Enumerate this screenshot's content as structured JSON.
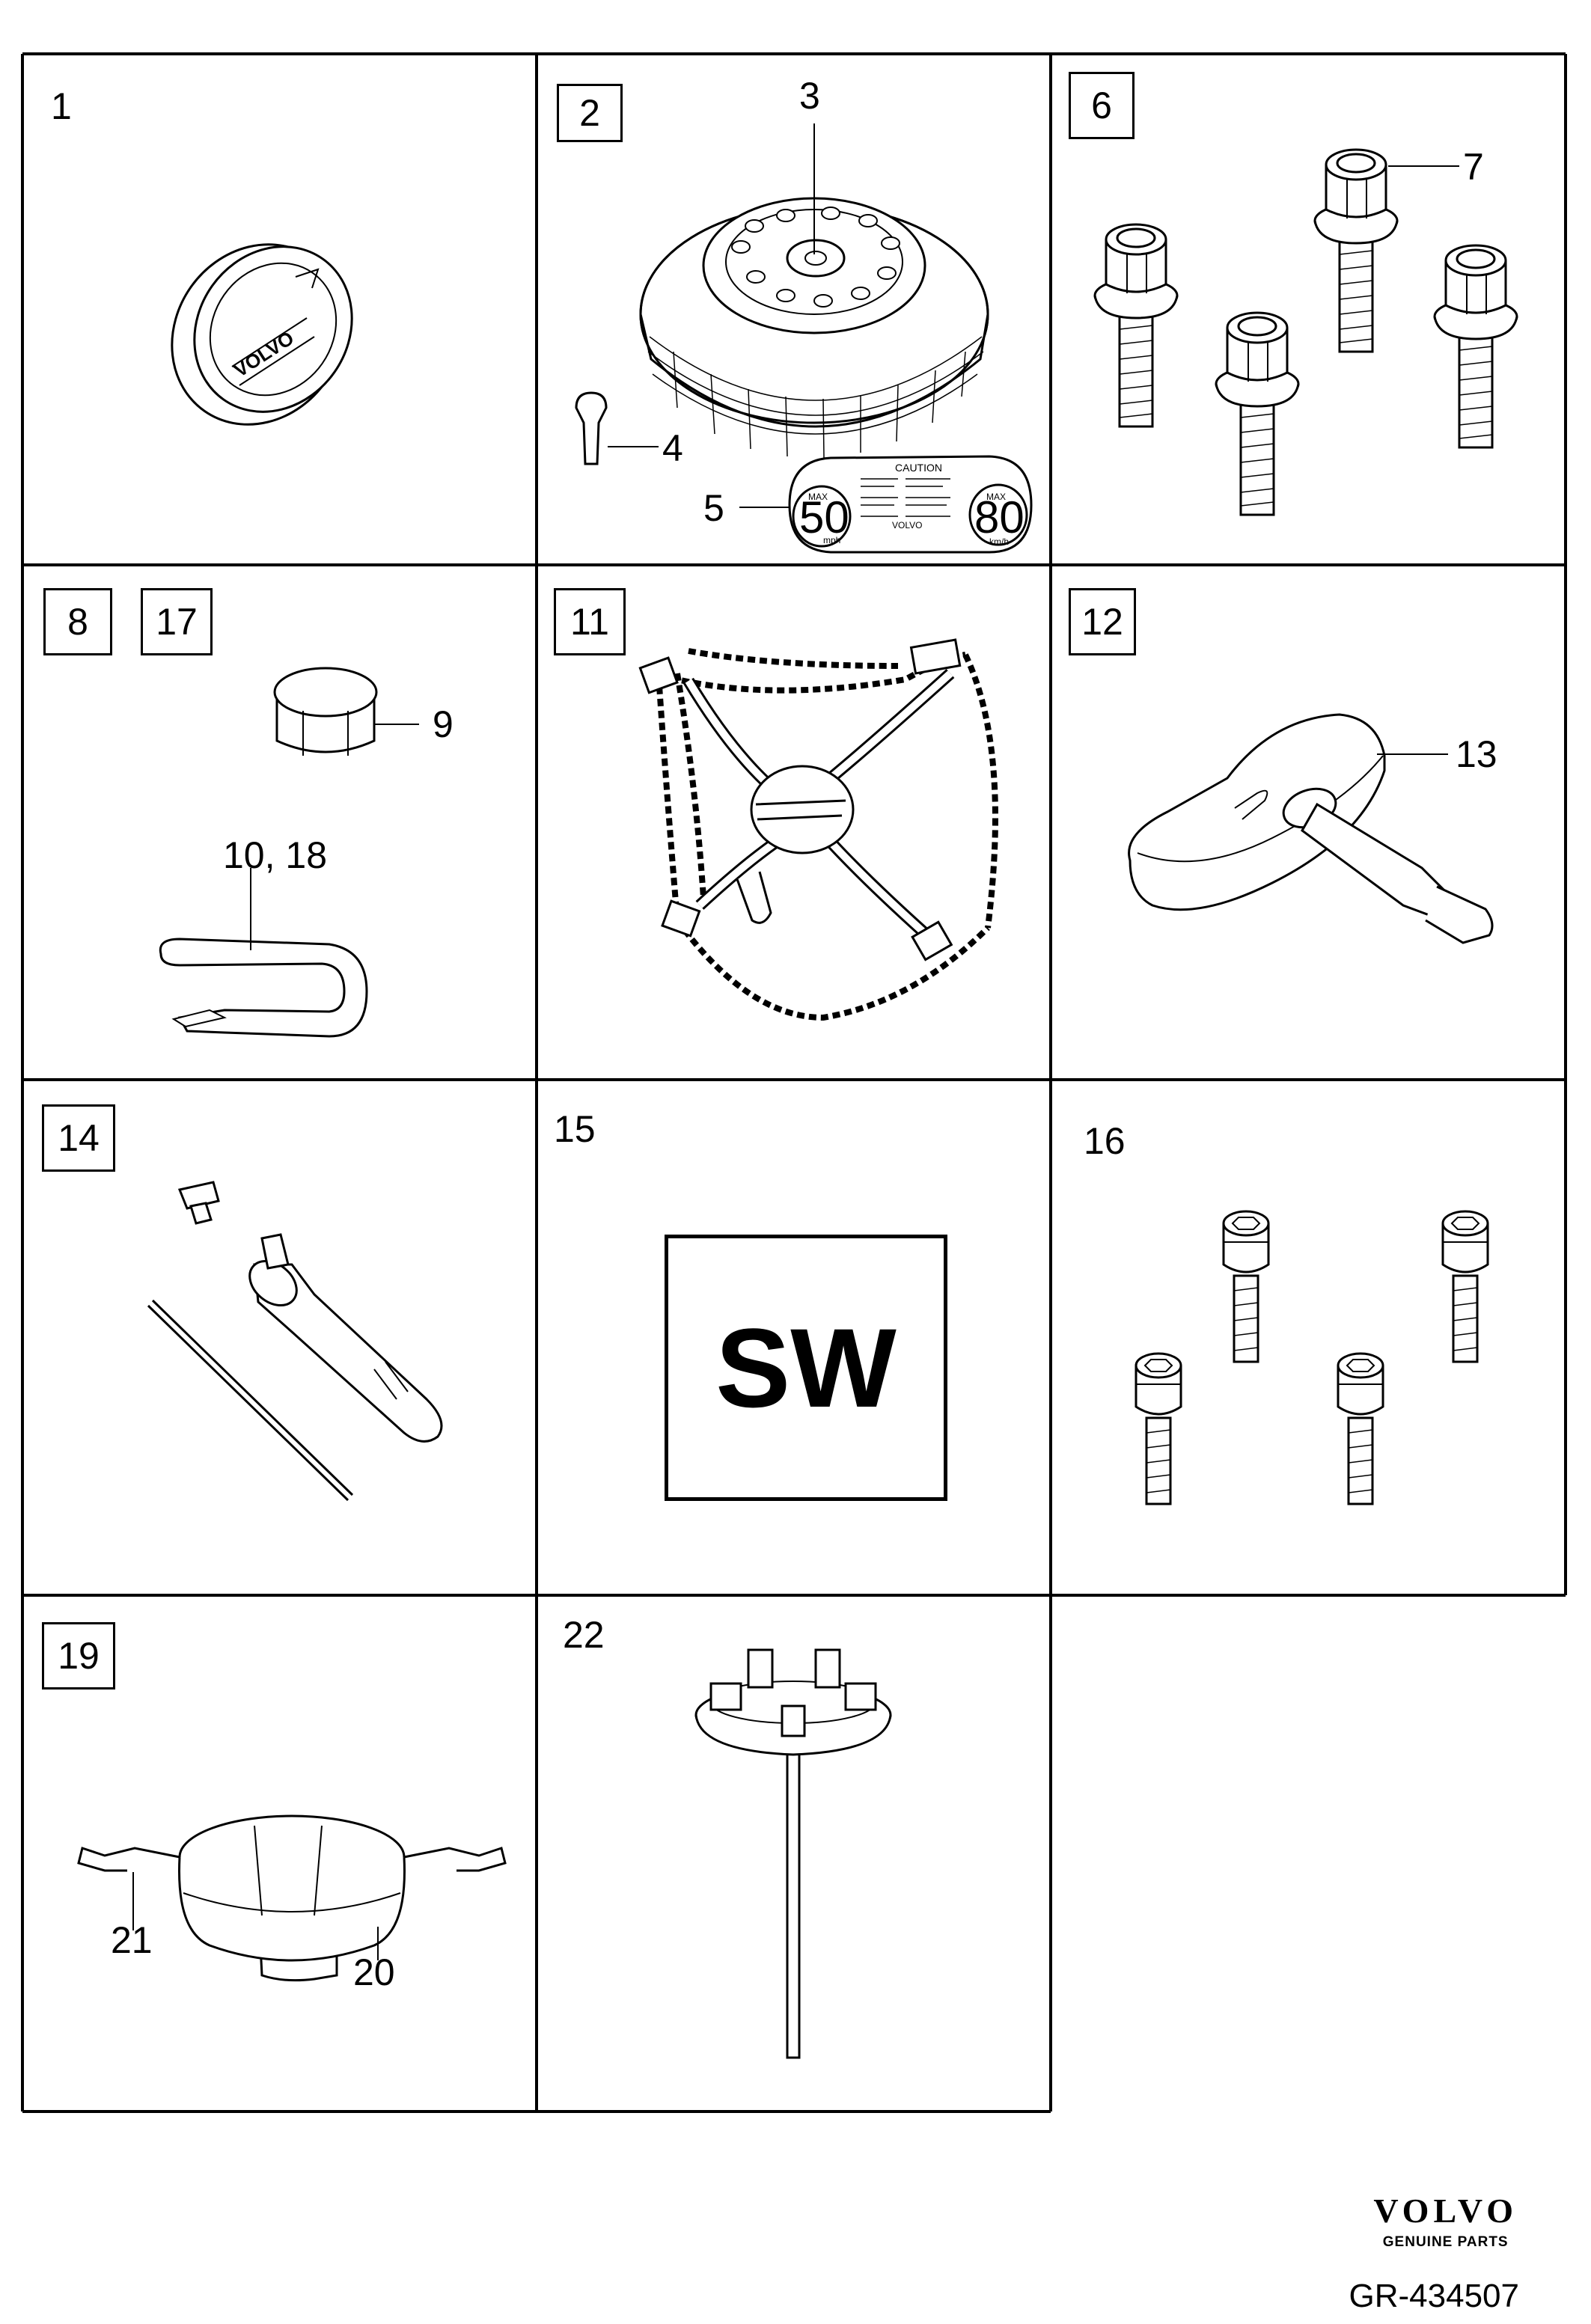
{
  "cells": [
    {
      "id": "1",
      "boxed": false
    },
    {
      "id": "2",
      "boxed": true
    },
    {
      "id": "6",
      "boxed": true
    },
    {
      "id": "8",
      "boxed": true
    },
    {
      "id": "17",
      "boxed": true
    },
    {
      "id": "11",
      "boxed": true
    },
    {
      "id": "12",
      "boxed": true
    },
    {
      "id": "14",
      "boxed": true
    },
    {
      "id": "15",
      "boxed": false
    },
    {
      "id": "16",
      "boxed": false
    },
    {
      "id": "19",
      "boxed": true
    },
    {
      "id": "22",
      "boxed": false
    }
  ],
  "callouts": {
    "c3": "3",
    "c4": "4",
    "c5": "5",
    "c7": "7",
    "c9": "9",
    "c10_18": "10, 18",
    "c13": "13",
    "c20": "20",
    "c21": "21"
  },
  "label_text": {
    "caution": "CAUTION",
    "max1": "MAX",
    "speed1": "50",
    "unit1": "mph",
    "max2": "MAX",
    "speed2": "80",
    "unit2": "km/h",
    "label_brand": "VOLVO",
    "cap_brand": "VOLVO"
  },
  "sw_text": "SW",
  "brand": {
    "name": "VOLVO",
    "tagline": "GENUINE PARTS"
  },
  "reference": "GR-434507"
}
